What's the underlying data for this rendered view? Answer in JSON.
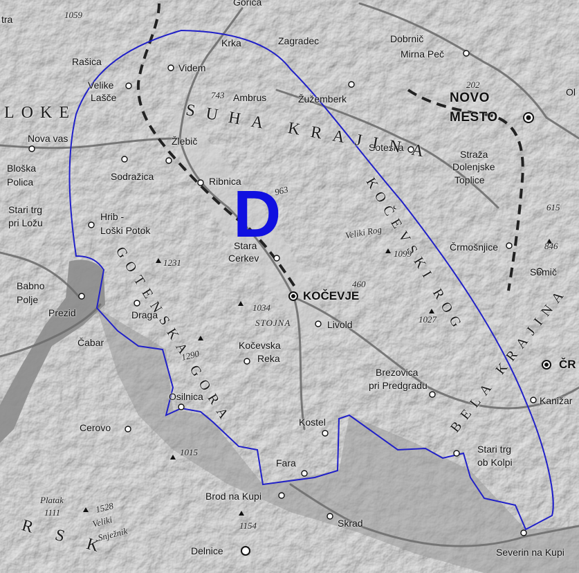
{
  "zone": {
    "letter": "D",
    "boundary_color": "#2020c8"
  },
  "colors": {
    "terrain": "#c4c4c4",
    "water": "#8c8c8c",
    "road": "#6e6e6e",
    "railway": "#222222",
    "label": "#111111"
  },
  "towns": {
    "gorica": "Gorica",
    "zagradec": "Zagradec",
    "dobrnic": "Dobrnič",
    "mirna_pec": "Mirna Peč",
    "novo_mesto_1": "NOVO",
    "novo_mesto_2": "MESTO",
    "krka": "Krka",
    "rasica": "Rašica",
    "videm": "Videm",
    "ambrus": "Ambrus",
    "zuzemberk": "Žužemberk",
    "velike_lasce_1": "Velike",
    "velike_lasce_2": "Lašče",
    "nova_vas": "Nova vas",
    "zlebic": "Žlebič",
    "soteska": "Soteska",
    "straza": "Straža",
    "dolenjske_toplice_1": "Dolenjske",
    "dolenjske_toplice_2": "Toplice",
    "bloska_polica_1": "Bloška",
    "bloska_polica_2": "Polica",
    "sodrazica": "Sodražica",
    "ribnica": "Ribnica",
    "stari_trg_lozu_1": "Stari trg",
    "stari_trg_lozu_2": "pri Ložu",
    "hrib_1": "Hrib -",
    "hrib_2": "Loški Potok",
    "stara_cerkev_1": "Stara",
    "stara_cerkev_2": "Cerkev",
    "crmosnjice": "Črmošnjice",
    "semic": "Semič",
    "babno_polje_1": "Babno",
    "babno_polje_2": "Polje",
    "prezid": "Prezid",
    "kocevje": "KOČEVJE",
    "draga": "Draga",
    "livold": "Livold",
    "cabar": "Čabar",
    "kocevska_reka_1": "Kočevska",
    "kocevska_reka_2": "Reka",
    "brezovica_1": "Brezovica",
    "brezovica_2": "pri Predgradu",
    "osilnica": "Osilnica",
    "cerovo": "Cerovo",
    "kostel": "Kostel",
    "fara": "Fara",
    "stari_trg_kolpi_1": "Stari trg",
    "stari_trg_kolpi_2": "ob Kolpi",
    "brod_na_kupi": "Brod na Kupi",
    "skrad": "Skrad",
    "delnice": "Delnice",
    "severin": "Severin na Kupi",
    "kanizarica": "Kanižar",
    "crnomelj_cut": "ČR",
    "ol_cut": "Ol",
    "tra_cut": "tra"
  },
  "regions": {
    "bloke_cut": "BLOKE",
    "suha_krajina": "SUHA KRAJINA",
    "kocevski_rog": "KOČEVSKI ROG",
    "gotenska_gora": "GOTENSKA GORA",
    "bela_krajina": "BELA KRAJINA",
    "gorski_cut": "RSK"
  },
  "features": {
    "veliki_rog": "Veliki Rog",
    "stojna": "STOJNA",
    "platak": "Platak",
    "veliki_snjeznik_1": "Veliki",
    "veliki_snjeznik_2": "Snježnik"
  },
  "elevations": {
    "e1059": "1059",
    "e743": "743",
    "e202": "202",
    "e963": "963",
    "e615": "615",
    "e1099": "1099",
    "e1231": "1231",
    "e846": "846",
    "e460": "460",
    "e1034": "1034",
    "e1027": "1027",
    "e1290": "1290",
    "e1015": "1015",
    "e1111": "1111",
    "e1528": "1528",
    "e1154": "1154"
  }
}
